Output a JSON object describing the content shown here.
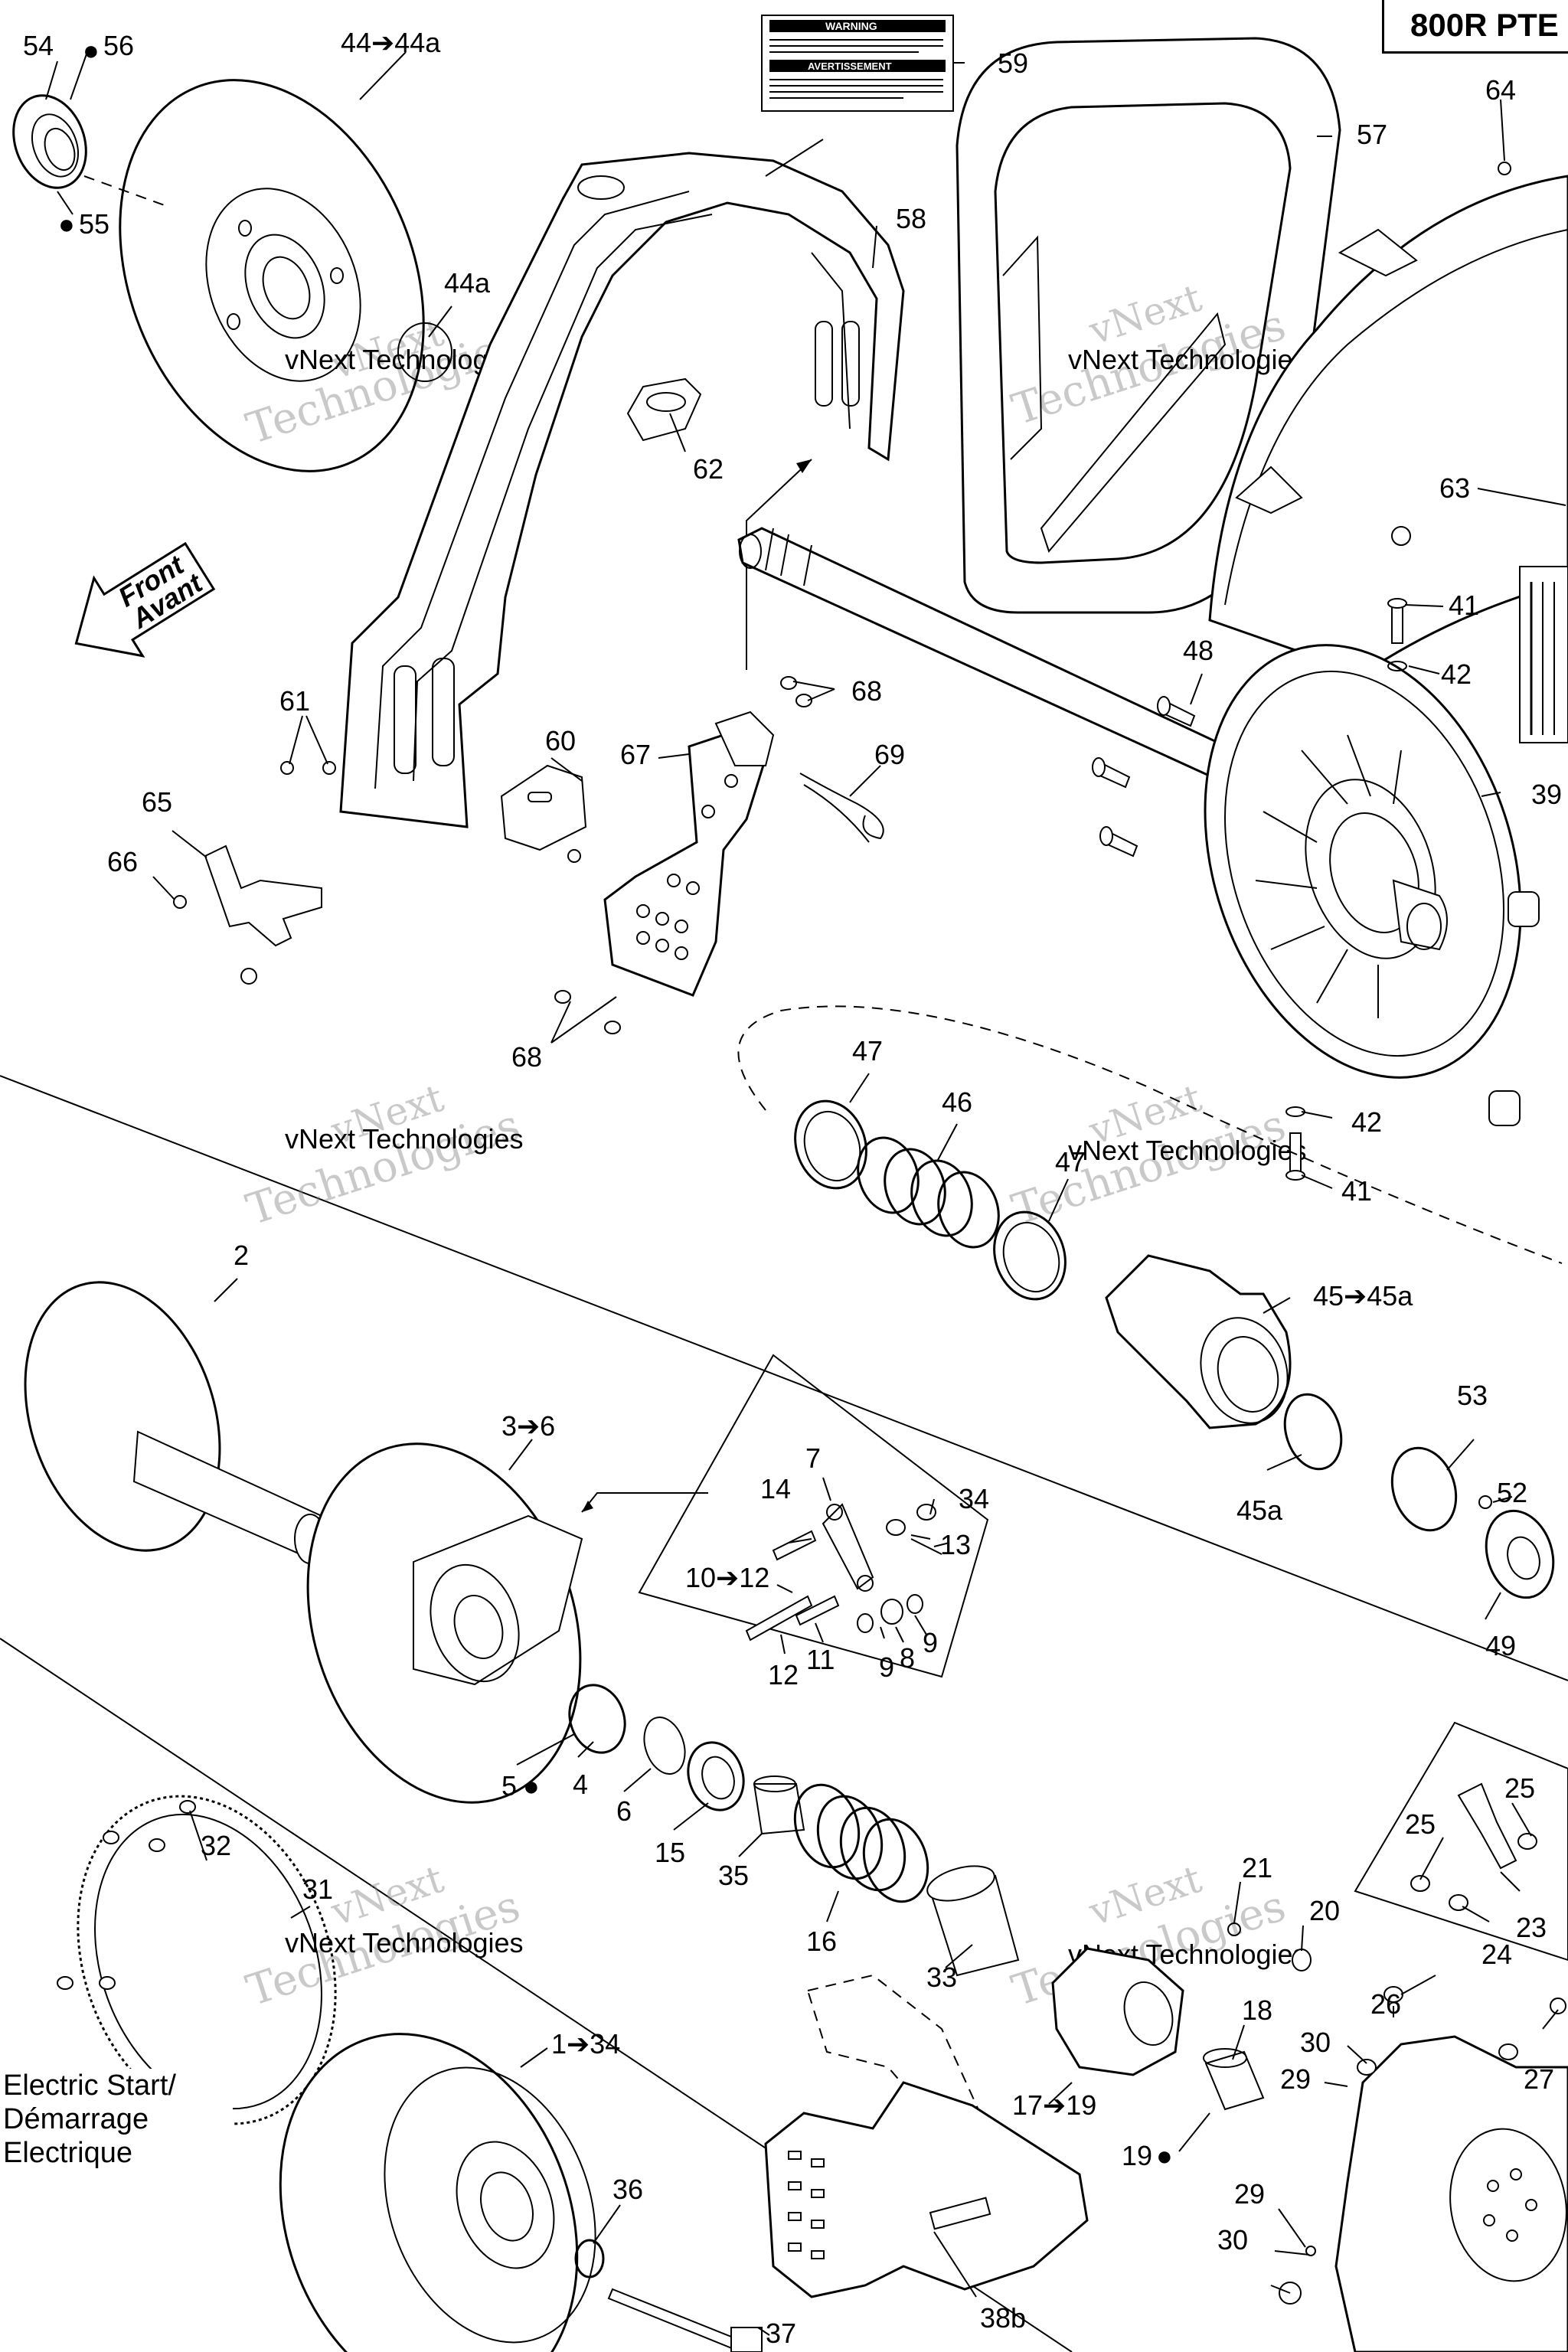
{
  "header": {
    "model_badge": "800R PTE"
  },
  "direction_arrow": {
    "line1": "Front",
    "line2": "Avant"
  },
  "warning_label": {
    "title1": "WARNING",
    "title2": "AVERTISSEMENT"
  },
  "note": {
    "line1": "Electric Start/",
    "line2": "Démarrage",
    "line3": "Electrique"
  },
  "watermark": {
    "line1": "vNext",
    "line2": "Technologies",
    "small": "vNext Technologies"
  },
  "callouts": {
    "c54": "54",
    "c56": "56",
    "c55": "55",
    "c44": "44➔44a",
    "c44a": "44a",
    "c59": "59",
    "c57": "57",
    "c64": "64",
    "c58": "58",
    "c62": "62",
    "c63": "63",
    "c41a": "41",
    "c42a": "42",
    "c48": "48",
    "c39": "39",
    "c61": "61",
    "c60": "60",
    "c67": "67",
    "c68a": "68",
    "c69": "69",
    "c65": "65",
    "c66": "66",
    "c68b": "68",
    "c47a": "47",
    "c46": "46",
    "c47b": "47",
    "c42b": "42",
    "c41b": "41",
    "c2": "2",
    "c45": "45➔45a",
    "c36r": "3➔6",
    "c7": "7",
    "c14": "14",
    "c34": "34",
    "c13": "13",
    "c53": "53",
    "c52": "52",
    "c1012": "10➔12",
    "c12": "12",
    "c11": "11",
    "c9a": "9",
    "c8": "8",
    "c9b": "9",
    "c45a": "45a",
    "c49": "49",
    "c5": "5",
    "c4": "4",
    "c6": "6",
    "c15": "15",
    "c35": "35",
    "c25a": "25",
    "c25b": "25",
    "c32": "32",
    "c31": "31",
    "c21": "21",
    "c20": "20",
    "c23": "23",
    "c24": "24",
    "c16": "16",
    "c18": "18",
    "c26": "26",
    "c134": "1➔34",
    "c33": "33",
    "c30a": "30",
    "c29a": "29",
    "c27": "27",
    "c1719": "17➔19",
    "c19": "19",
    "c36": "36",
    "c29b": "29",
    "c30b": "30",
    "c37": "37",
    "c38b": "38b"
  }
}
